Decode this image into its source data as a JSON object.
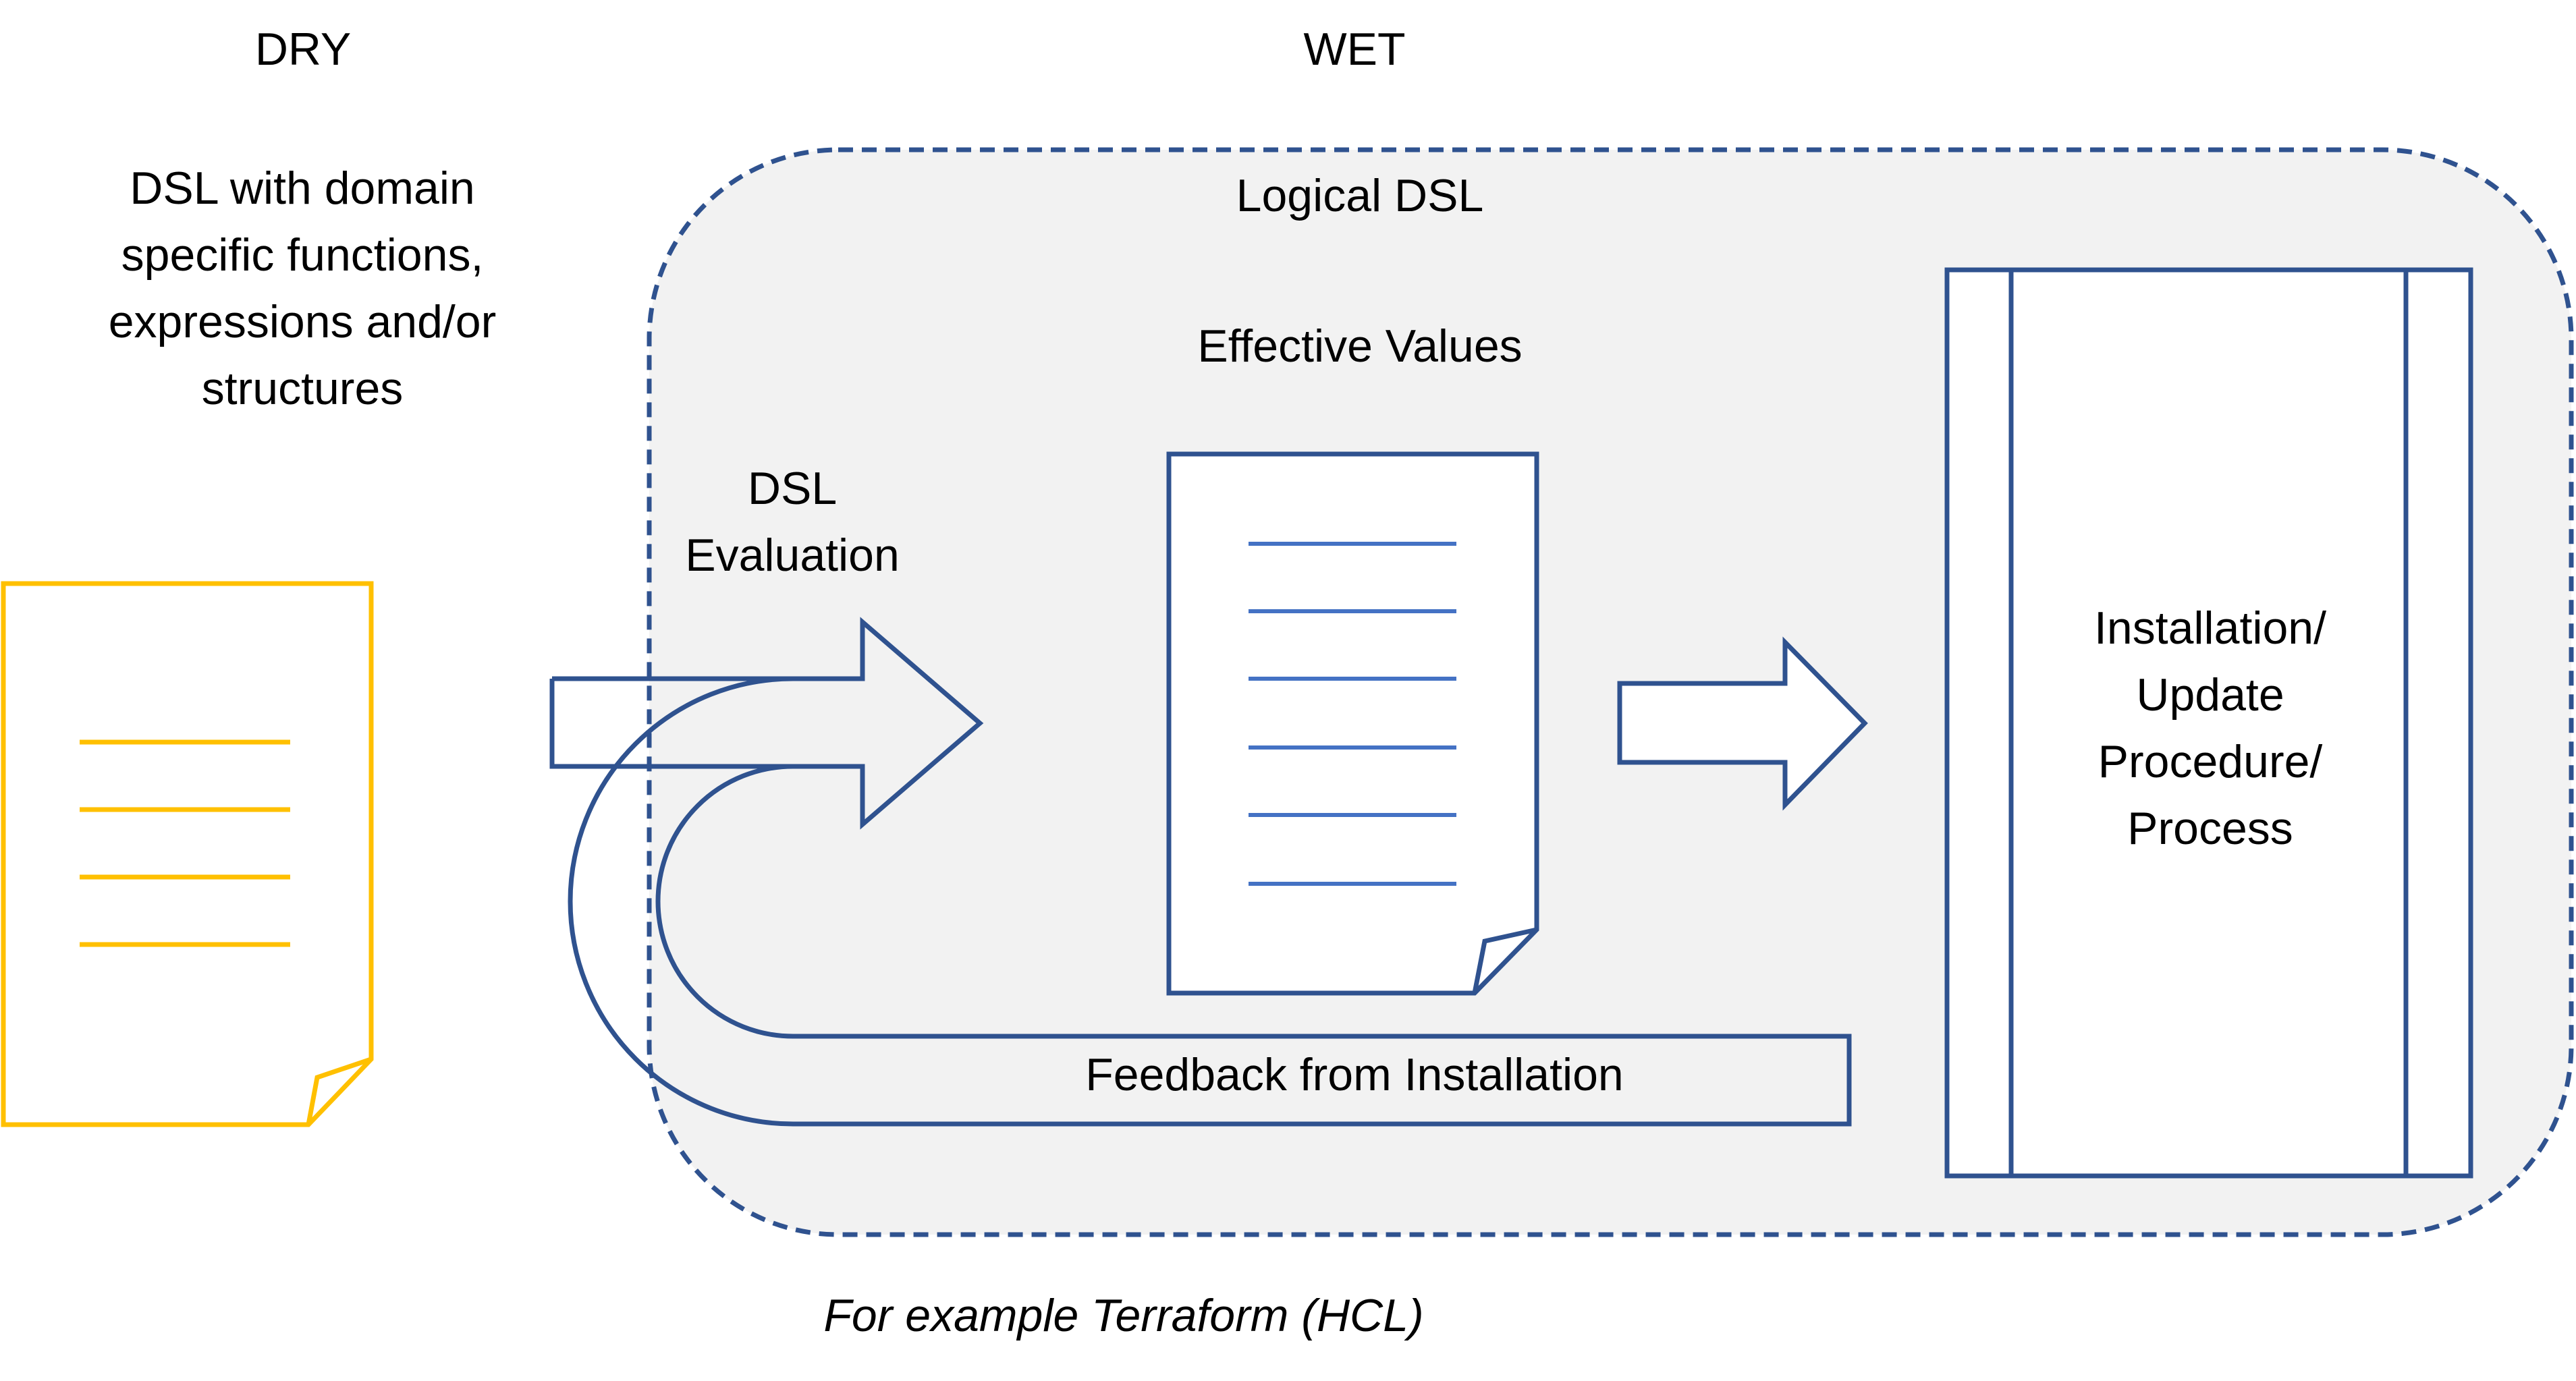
{
  "headings": {
    "dry": "DRY",
    "wet": "WET"
  },
  "dry_description": {
    "line1": "DSL with domain",
    "line2": "specific functions,",
    "line3": "expressions and/or",
    "line4": "structures"
  },
  "logical_dsl": "Logical DSL",
  "effective_values": "Effective Values",
  "dsl_evaluation": {
    "line1": "DSL",
    "line2": "Evaluation"
  },
  "installation": {
    "line1": "Installation/",
    "line2": "Update",
    "line3": "Procedure/",
    "line4": "Process"
  },
  "feedback": "Feedback from Installation",
  "example": "For example Terraform (HCL)",
  "colors": {
    "dry_doc": "#FFC000",
    "wet_shapes": "#2F528F",
    "doc_lines": "#4472C4",
    "wet_region_fill": "#F2F2F2"
  }
}
